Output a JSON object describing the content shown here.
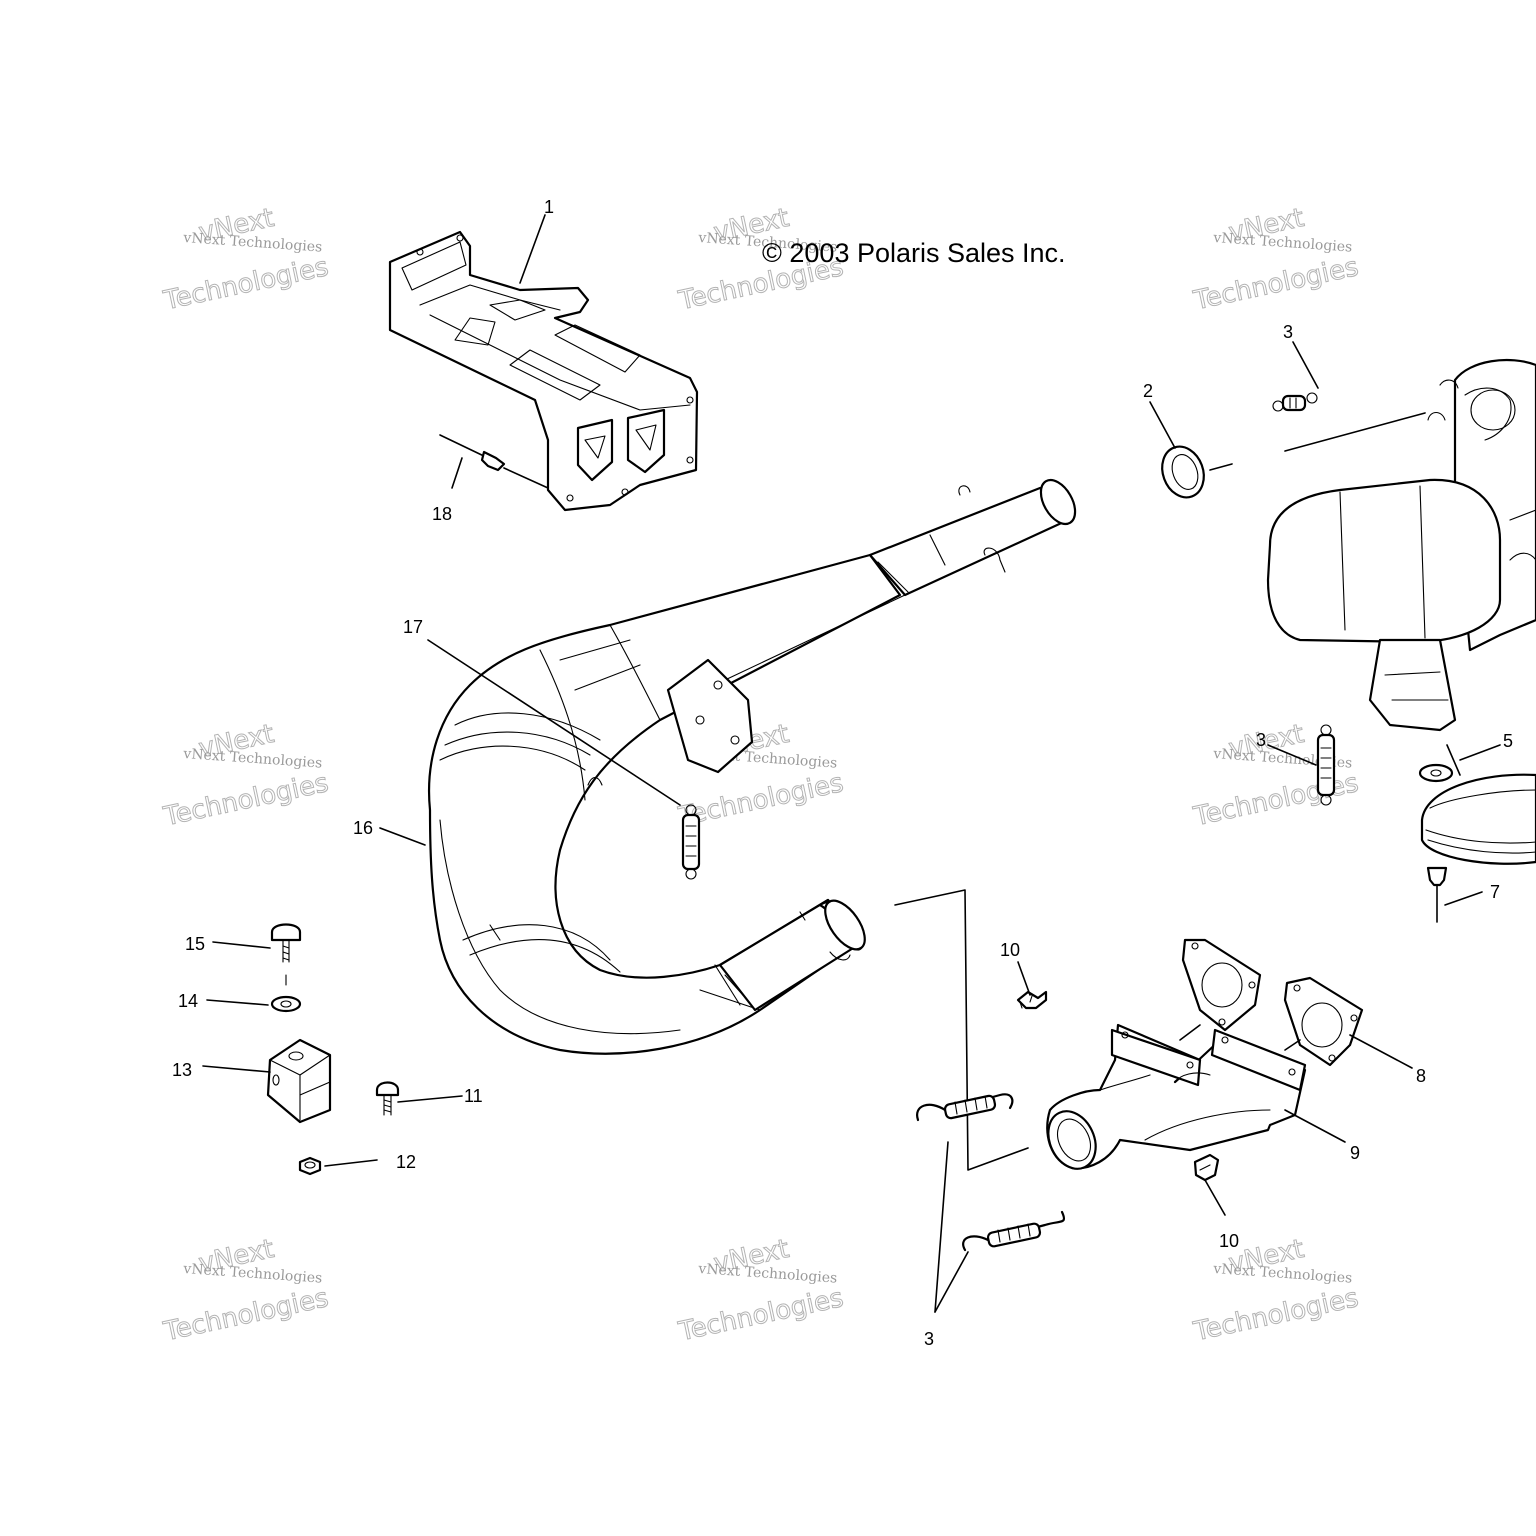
{
  "copyright": "© 2003 Polaris Sales Inc.",
  "watermark": {
    "small": "vNext Technologies",
    "large_top": "vNext",
    "large_bottom": "Technologies"
  },
  "callouts": {
    "c1": "1",
    "c2": "2",
    "c3a": "3",
    "c3b": "3",
    "c3c": "3",
    "c5": "5",
    "c7": "7",
    "c8": "8",
    "c9": "9",
    "c10a": "10",
    "c10b": "10",
    "c11": "11",
    "c12": "12",
    "c13": "13",
    "c14": "14",
    "c15": "15",
    "c16": "16",
    "c17": "17",
    "c18": "18"
  }
}
